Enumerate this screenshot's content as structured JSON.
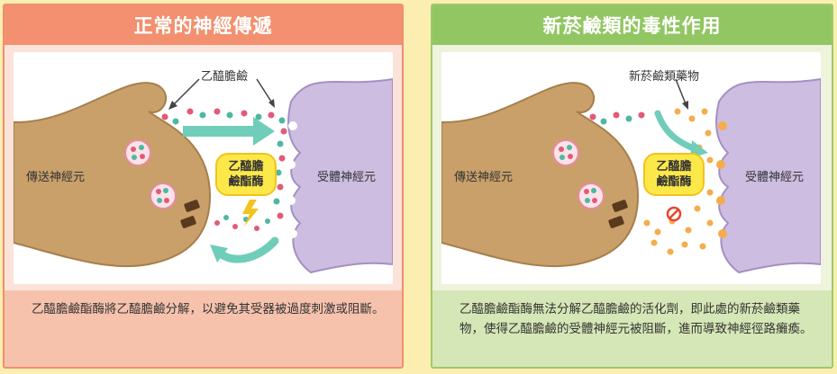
{
  "left": {
    "title": "正常的神經傳遞",
    "transmitter_label": "乙醯膽鹼",
    "presynaptic_label": "傳送神經元",
    "postsynaptic_label": "受體神經元",
    "enzyme_line1": "乙醯膽",
    "enzyme_line2": "鹼酯酶",
    "caption": "乙醯膽鹼酯酶將乙醯膽鹼分解，以避免其受器被過度刺激或阻斷。"
  },
  "right": {
    "title": "新菸鹼類的毒性作用",
    "drug_label": "新菸鹼類藥物",
    "presynaptic_label": "傳送神經元",
    "postsynaptic_label": "受體神經元",
    "enzyme_line1": "乙醯膽",
    "enzyme_line2": "鹼酯酶",
    "caption": "乙醯膽鹼酯酶無法分解乙醯膽鹼的活化劑，即此處的新菸鹼類藥物，使得乙醯膽鹼的受體神經元被阻斷，進而導致神經徑路癱瘓。"
  },
  "colors": {
    "neuron_tan": "#c9a06a",
    "receptor_purple": "#cdbde0",
    "acetylcholine_pink": "#e25a78",
    "acetylcholine_teal": "#4fb8a2",
    "drug_orange": "#f5ad4c",
    "enzyme_yellow": "#fde84a",
    "arrow_teal": "#6fcdb9"
  },
  "icons": [
    "curved-arrow-icon",
    "lightning-icon",
    "prohibit-icon",
    "ion-channel-icon"
  ]
}
